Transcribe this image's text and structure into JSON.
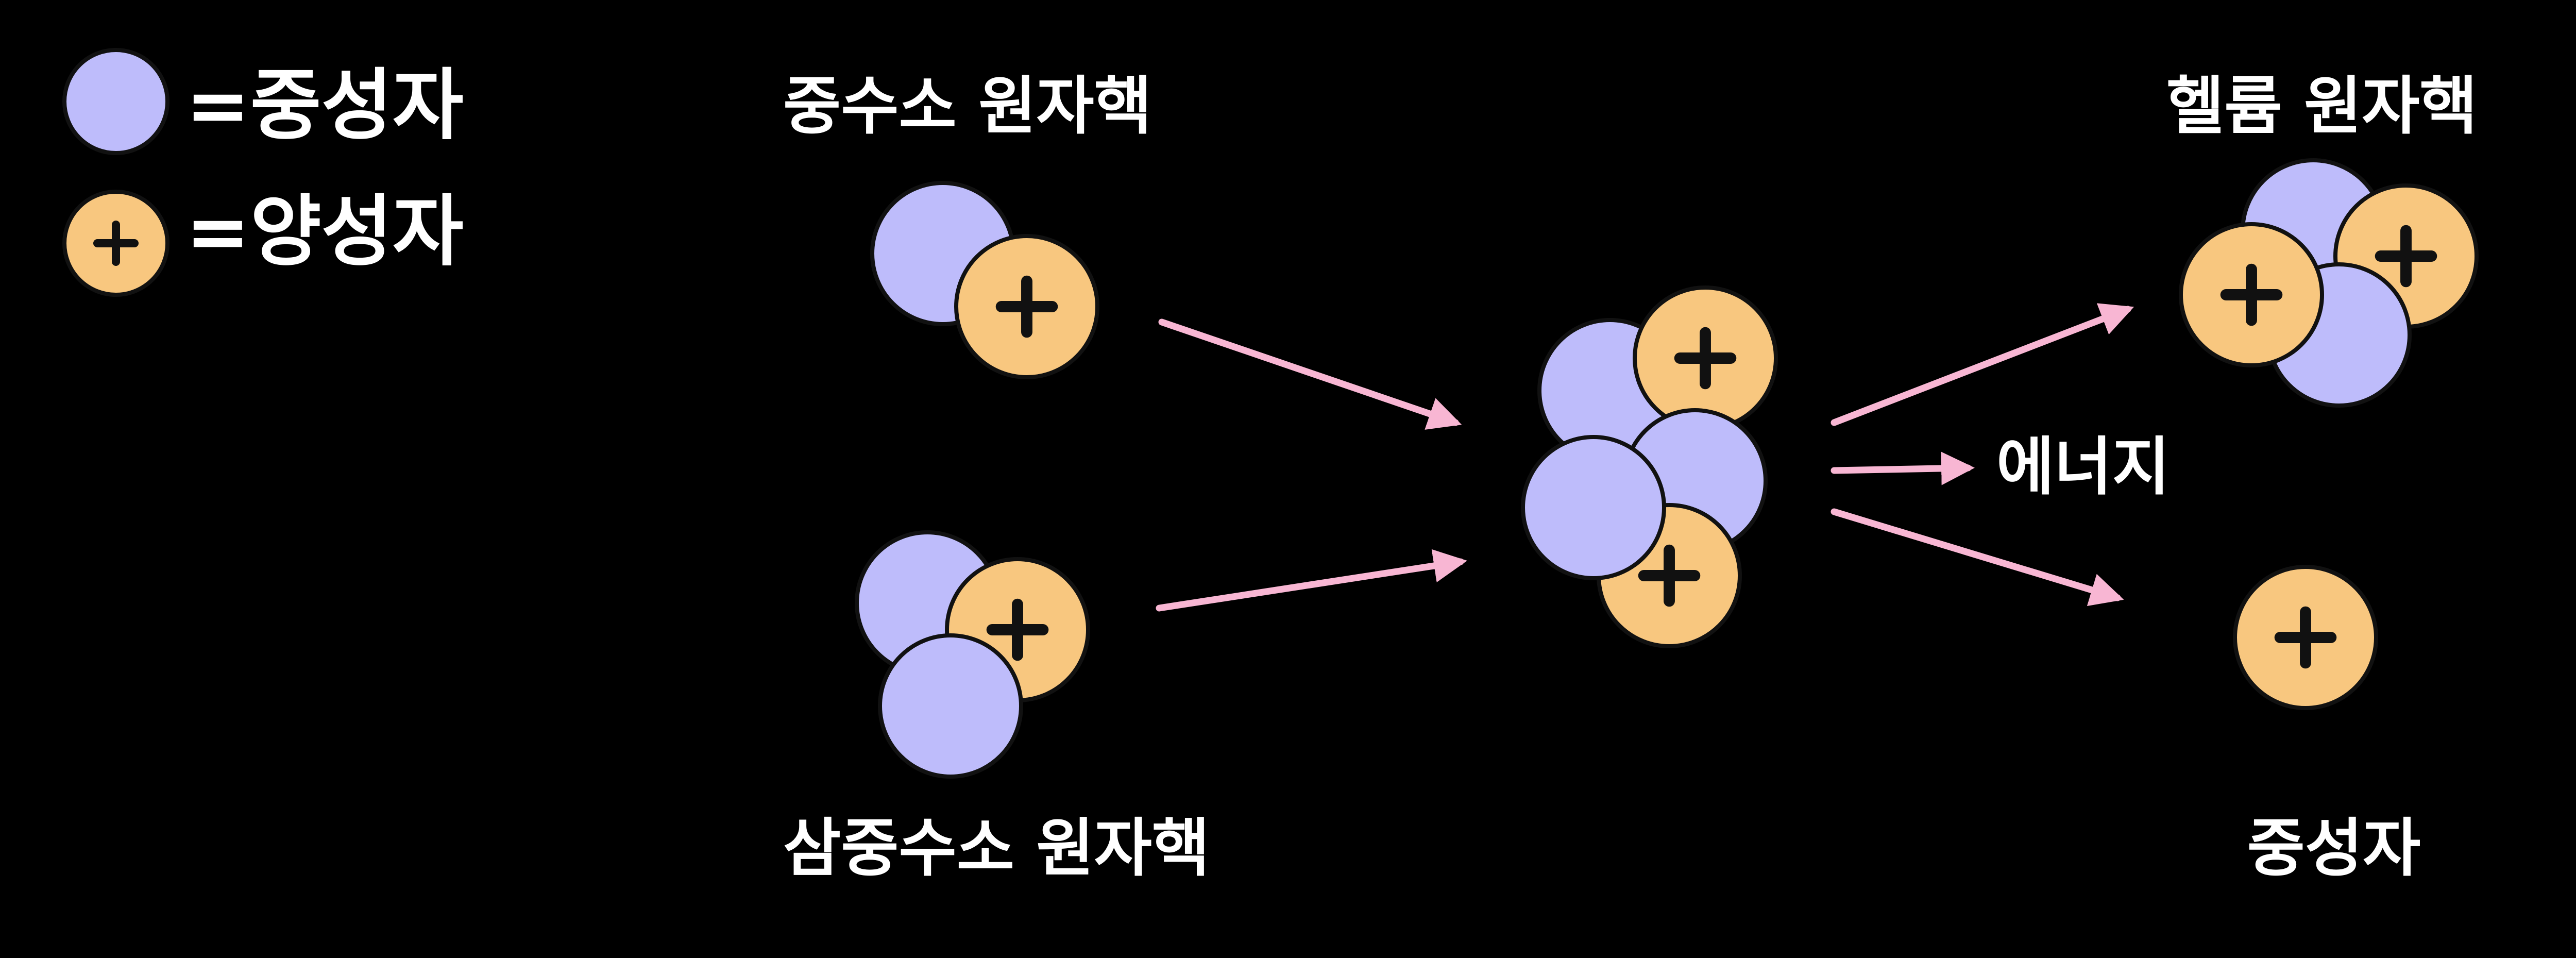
{
  "colors": {
    "background": "#000000",
    "neutron": "#BEBCFB",
    "proton": "#F8C77F",
    "outline": "#111111",
    "arrow": "#F8B6D3",
    "text": "#FFFFFF"
  },
  "legend": {
    "neutron_label": "=중성자",
    "proton_label": "=양성자",
    "proton_symbol": "+"
  },
  "labels": {
    "deuterium": "중수소 원자핵",
    "tritium": "삼중수소 원자핵",
    "helium": "헬륨 원자핵",
    "energy": "에너지",
    "neutron": "중성자"
  }
}
